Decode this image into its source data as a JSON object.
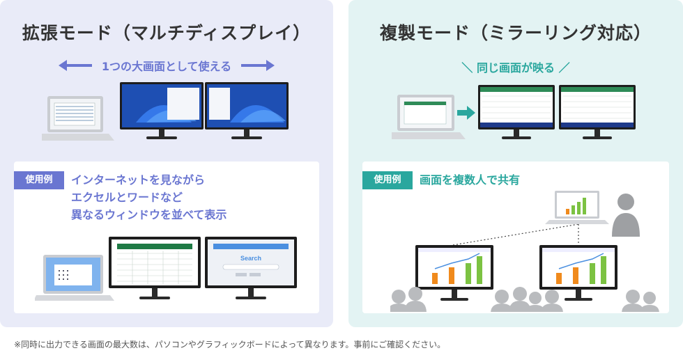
{
  "left": {
    "title": "拡張モード（マルチディスプレイ）",
    "arrow_text": "1つの大画面として使える",
    "badge": "使用例",
    "description_lines": [
      "インターネットを見ながら",
      "エクセルとワードなど",
      "異なるウィンドウを並べて表示"
    ],
    "browser_search_label": "Search"
  },
  "right": {
    "title": "複製モード（ミラーリング対応）",
    "mirror_text": "＼ 同じ画面が映る ／",
    "badge": "使用例",
    "description": "画面を複数人で共有"
  },
  "colors": {
    "extend_accent": "#6a76d1",
    "mirror_accent": "#2aa79e",
    "left_panel_bg": "#e9ebf8",
    "right_panel_bg": "#e3f3f3"
  },
  "footnote": "※同時に出力できる画面の最大数は、パソコンやグラフィックボードによって異なります。事前にご確認ください。"
}
